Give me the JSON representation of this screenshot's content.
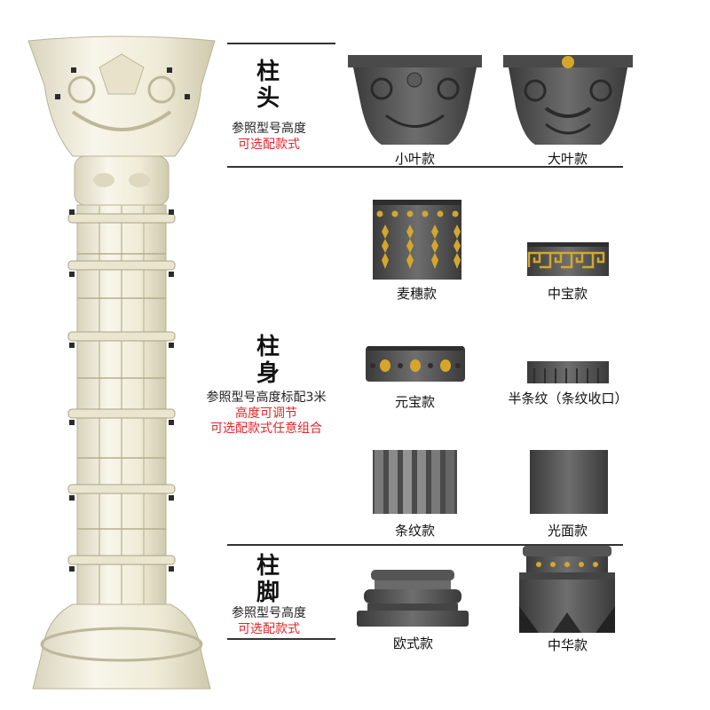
{
  "sections": {
    "capital": {
      "title_1": "柱",
      "title_2": "头",
      "note": "参照型号高度",
      "note_red": "可选配款式",
      "styles": [
        "小叶款",
        "大叶款"
      ]
    },
    "shaft": {
      "title_1": "柱",
      "title_2": "身",
      "note": "参照型号高度标配3米",
      "note_red_1": "高度可调节",
      "note_red_2": "可选配款式任意组合",
      "styles": [
        "麦穗款",
        "中宝款",
        "元宝款",
        "半条纹（条纹收口）",
        "条纹款",
        "光面款"
      ]
    },
    "base": {
      "title_1": "柱",
      "title_2": "脚",
      "note": "参照型号高度",
      "note_red": "可选配款式",
      "styles": [
        "欧式款",
        "中华款"
      ]
    }
  },
  "colors": {
    "accent_red": "#e0262a",
    "concrete": "#555555",
    "gold": "#d4a72c",
    "mold_white": "#f2efdf"
  }
}
